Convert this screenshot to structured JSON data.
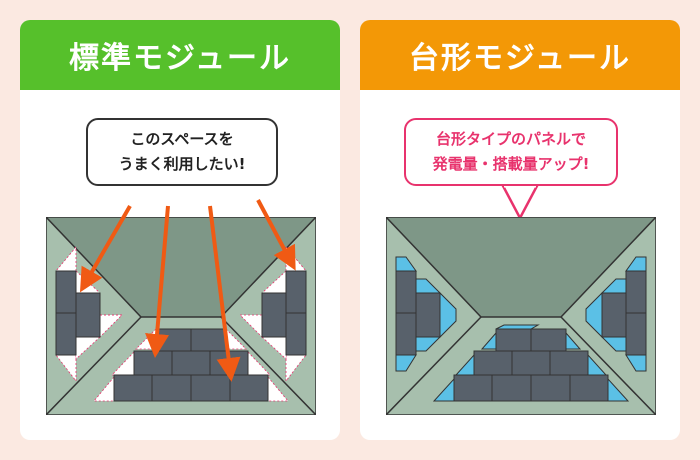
{
  "left_panel": {
    "title": "標準モジュール",
    "callout_line1": "このスペースを",
    "callout_line2": "うまく利用したい!"
  },
  "right_panel": {
    "title": "台形モジュール",
    "callout_line1": "台形タイプのパネルで",
    "callout_line2": "発電量・搭載量アップ!"
  },
  "colors": {
    "page_background": "#fbe9e1",
    "standard_header": "#56c02b",
    "trapezoid_header": "#f39806",
    "roof_ridge": "#7e9787",
    "roof_face": "#a7bfad",
    "solar_panel": "#58616b",
    "trapezoid_panel": "#5bc0e6",
    "arrow": "#f05a14",
    "callout_pink": "#e8336d"
  }
}
